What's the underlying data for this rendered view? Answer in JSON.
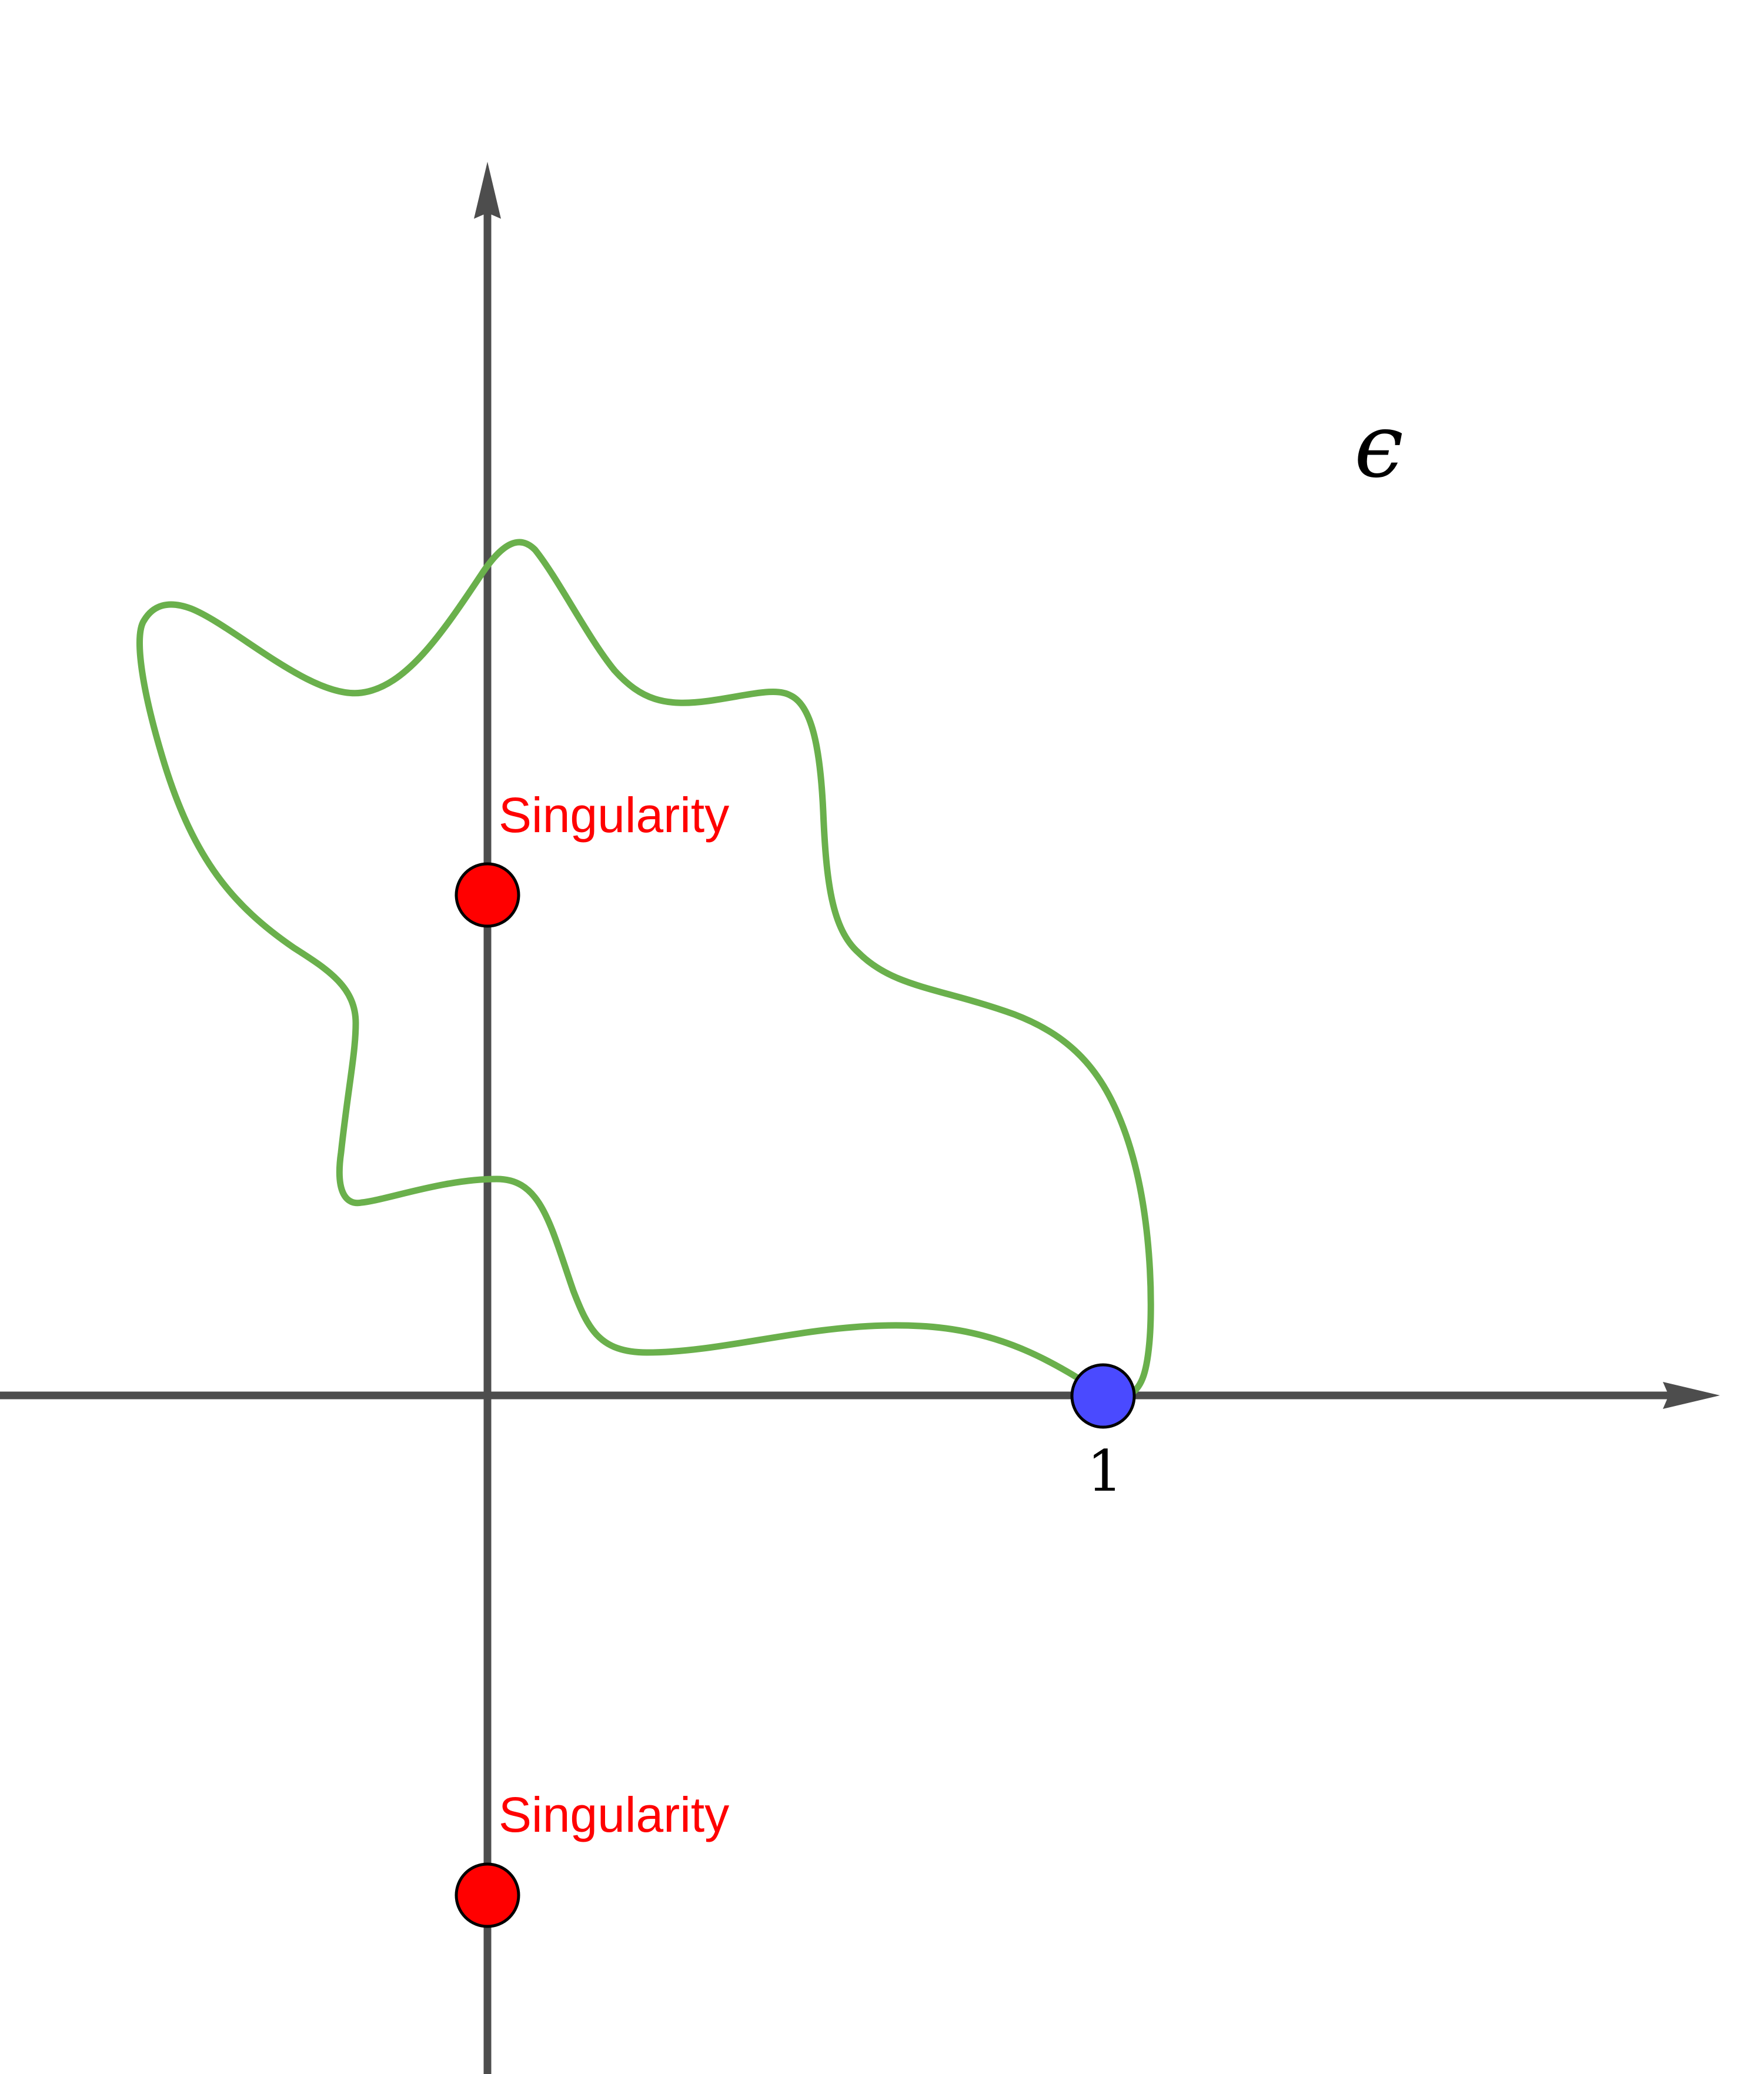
{
  "colors": {
    "background": "#ffffff",
    "axis": "#4d4d4d",
    "contour": "#6ab04c",
    "singularity_fill": "#ff0000",
    "point_one_fill": "#4a4aff",
    "marker_stroke": "#000000",
    "singularity_text": "#ff0000"
  },
  "labels": {
    "region": "ϵ",
    "unit_tick": "1",
    "singularity_upper": "Singularity",
    "singularity_lower": "Singularity"
  },
  "points": {
    "unit_point": {
      "label": "1",
      "re": 1,
      "im": 0
    }
  }
}
